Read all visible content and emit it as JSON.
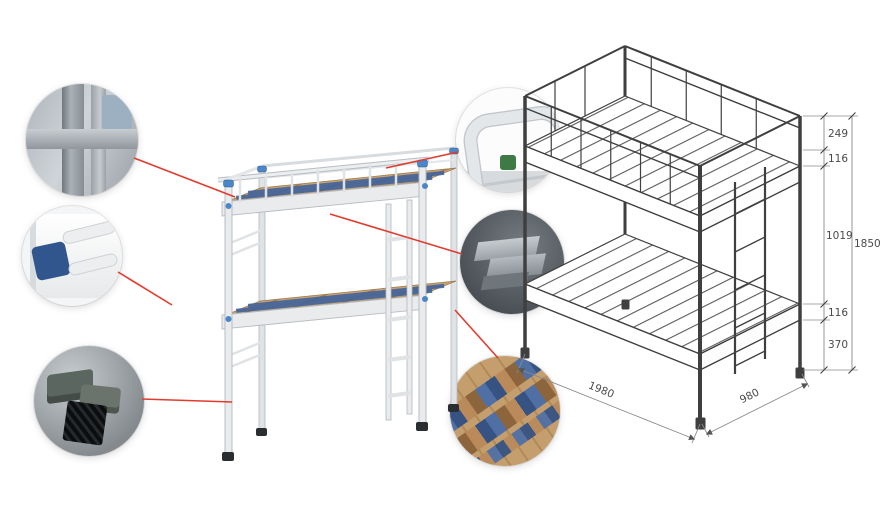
{
  "colors": {
    "leader_red": "#e23b2e",
    "accent_blue": "#4a86c8",
    "strap_blue": "#42639c",
    "wood": "#c9a272",
    "frame_light": "#e9ebed",
    "drawing_line": "#3f3f3f",
    "dim_text": "#4a4a4a"
  },
  "callouts": [
    {
      "icon": "frame-joint-photo"
    },
    {
      "icon": "ladder-detail-photo"
    },
    {
      "icon": "foot-pads-photo"
    },
    {
      "icon": "guardrail-tube-photo"
    },
    {
      "icon": "connector-bracket-photo"
    },
    {
      "icon": "slat-texture-photo"
    }
  ],
  "drawing": {
    "dims": {
      "guard_height": "249",
      "top_frame": "116",
      "bunk_gap": "1019",
      "overall_height": "1850",
      "bottom_frame": "116",
      "clearance": "370",
      "length": "1980",
      "width": "980"
    }
  }
}
